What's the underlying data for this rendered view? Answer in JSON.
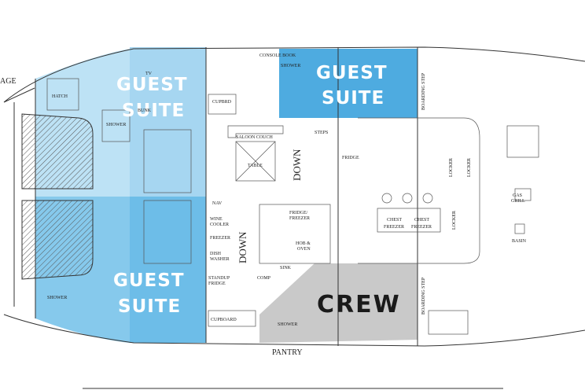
{
  "zones": {
    "guest_top_left": {
      "line1": "GUEST",
      "line2": "SUITE"
    },
    "guest_top_right": {
      "line1": "GUEST",
      "line2": "SUITE"
    },
    "guest_bottom_left": {
      "line1": "GUEST",
      "line2": "SUITE"
    },
    "crew": "CREW"
  },
  "labels": {
    "storage": "AGE",
    "hatch": "HATCH",
    "shower": "SHOWER",
    "tv": "TV",
    "bunk": "BUNK",
    "cupbrd": "CUPBRD",
    "console_book": "CONSOLE BOOK",
    "saloon_couch": "SALOON COUCH",
    "table": "TABLE",
    "steps": "STEPS",
    "nav": "NAV",
    "wine_cooler_1": "WINE",
    "wine_cooler_2": "COOLER",
    "freezer": "FREEZER",
    "dish_1": "DISH",
    "dish_2": "WASHER",
    "standup_1": "STANDUP",
    "standup_2": "FRIDGE",
    "sink": "SINK",
    "comp": "COMP",
    "hob_1": "HOB &",
    "hob_2": "OVEN",
    "fridge_freezer_1": "FRIDGE/",
    "fridge_freezer_2": "FREEZER",
    "down": "DOWN",
    "pantry": "PANTRY",
    "fridge": "FRIDGE",
    "chest_1": "CHEST",
    "chest_2": "FREEZER",
    "locker": "LOCKER",
    "gas_1": "GAS",
    "gas_2": "GRILL",
    "basin": "BASIN",
    "boarding_step": "BOARDING STEP",
    "cupboard": "CUPBOARD"
  },
  "colors": {
    "light_blue": "#bde2f5",
    "mid_blue": "#86c9ec",
    "strong_blue": "#4eabe0",
    "crew_grey": "#c9c9c9"
  }
}
